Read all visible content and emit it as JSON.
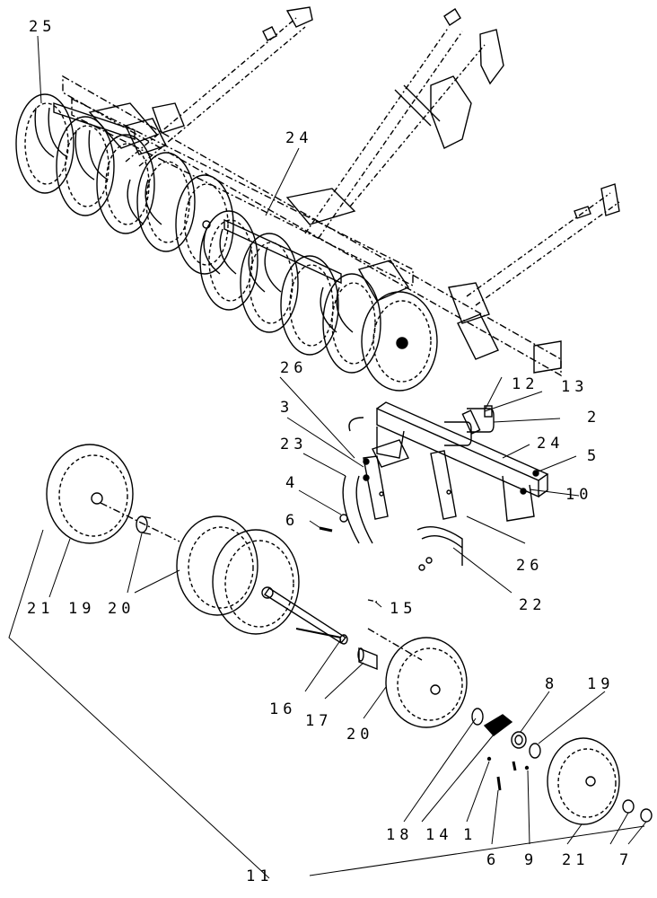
{
  "callouts": {
    "c25": "25",
    "c24_top": "24",
    "c26_top": "26",
    "c12": "12",
    "c13": "13",
    "c3": "3",
    "c2": "2",
    "c23": "23",
    "c24_mid": "24",
    "c5": "5",
    "c4": "4",
    "c10": "10",
    "c6_mid": "6",
    "c26_bot": "26",
    "c22": "22",
    "c21_left": "21",
    "c19_left": "19",
    "c20_left": "20",
    "c15": "15",
    "c16": "16",
    "c17_mid": "17",
    "c20_mid": "20",
    "c8": "8",
    "c19_right": "19",
    "c18": "18",
    "c14": "14",
    "c1": "1",
    "c6_bot": "6",
    "c9": "9",
    "c21_right": "21",
    "c7": "7",
    "c11": "11"
  },
  "colors": {
    "ink": "#000000",
    "paper": "#ffffff"
  }
}
